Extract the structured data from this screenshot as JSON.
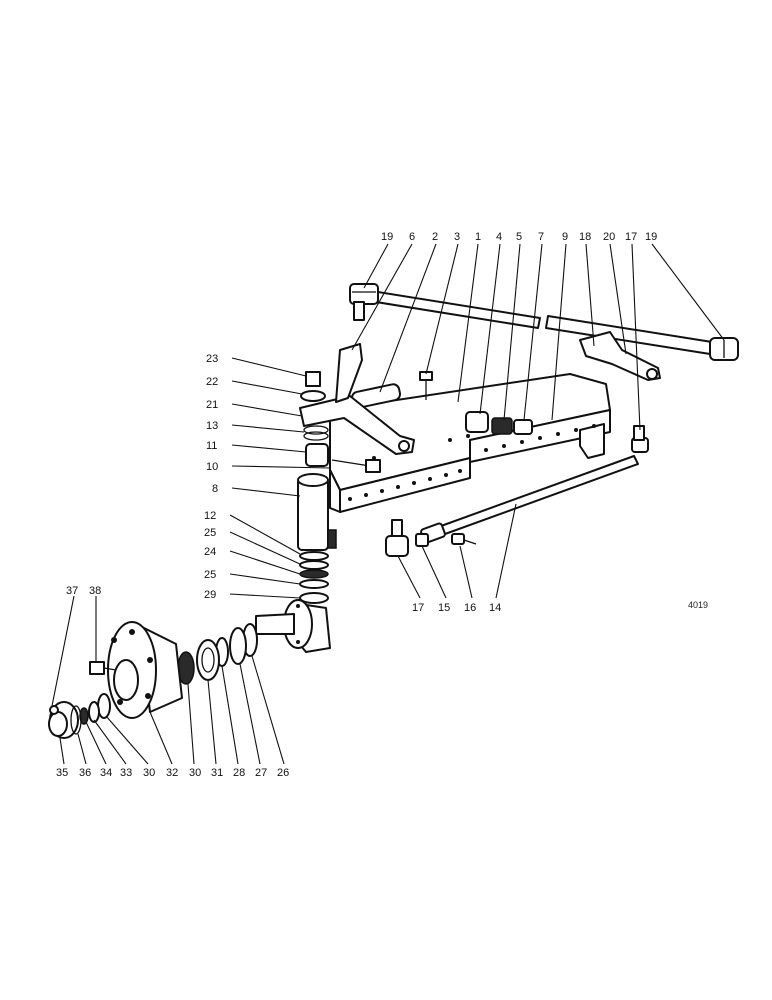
{
  "figure": {
    "id": "4019"
  },
  "callouts_top": [
    {
      "id": "c-19a",
      "label": "19"
    },
    {
      "id": "c-6",
      "label": "6"
    },
    {
      "id": "c-2",
      "label": "2"
    },
    {
      "id": "c-3",
      "label": "3"
    },
    {
      "id": "c-1",
      "label": "1"
    },
    {
      "id": "c-4",
      "label": "4"
    },
    {
      "id": "c-5",
      "label": "5"
    },
    {
      "id": "c-7",
      "label": "7"
    },
    {
      "id": "c-9",
      "label": "9"
    },
    {
      "id": "c-18",
      "label": "18"
    },
    {
      "id": "c-17a",
      "label": "17"
    },
    {
      "id": "c-19b",
      "label": "19"
    }
  ],
  "callouts_left": [
    {
      "id": "c-23",
      "label": "23"
    },
    {
      "id": "c-22",
      "label": "22"
    },
    {
      "id": "c-21",
      "label": "21"
    },
    {
      "id": "c-13",
      "label": "13"
    },
    {
      "id": "c-11",
      "label": "11"
    },
    {
      "id": "c-10",
      "label": "10"
    },
    {
      "id": "c-8",
      "label": "8"
    },
    {
      "id": "c-12",
      "label": "12"
    },
    {
      "id": "c-25a",
      "label": "25"
    },
    {
      "id": "c-24",
      "label": "24"
    },
    {
      "id": "c-25b",
      "label": "25"
    },
    {
      "id": "c-29",
      "label": "29"
    }
  ],
  "callouts_tierod": [
    {
      "id": "c-17b",
      "label": "17"
    },
    {
      "id": "c-15",
      "label": "15"
    },
    {
      "id": "c-16",
      "label": "16"
    },
    {
      "id": "c-14",
      "label": "14"
    }
  ],
  "callouts_hub": [
    {
      "id": "c-37",
      "label": "37"
    },
    {
      "id": "c-38",
      "label": "38"
    },
    {
      "id": "c-35",
      "label": "35"
    },
    {
      "id": "c-36",
      "label": "36"
    },
    {
      "id": "c-34",
      "label": "34"
    },
    {
      "id": "c-33",
      "label": "33"
    },
    {
      "id": "c-30a",
      "label": "30"
    },
    {
      "id": "c-32",
      "label": "32"
    },
    {
      "id": "c-30b",
      "label": "30"
    },
    {
      "id": "c-31",
      "label": "31"
    },
    {
      "id": "c-28",
      "label": "28"
    },
    {
      "id": "c-27",
      "label": "27"
    },
    {
      "id": "c-26",
      "label": "26"
    }
  ],
  "callout_20": {
    "id": "c-20",
    "label": "20"
  }
}
